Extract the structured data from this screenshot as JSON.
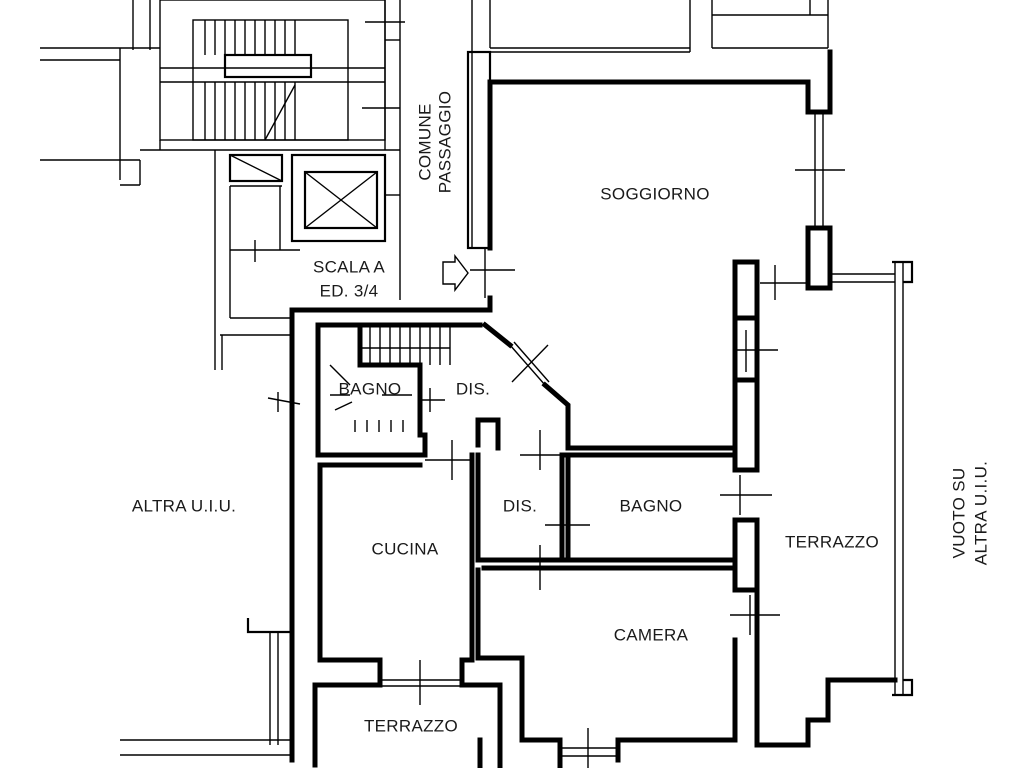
{
  "labels": {
    "passaggio_line1": "COMUNE",
    "passaggio_line2": "PASSAGGIO",
    "soggiorno": "SOGGIORNO",
    "scala_line1": "SCALA A",
    "scala_line2": "ED. 3/4",
    "bagno_small": "BAGNO",
    "dis_upper": "DIS.",
    "dis_lower": "DIS.",
    "bagno": "BAGNO",
    "altra_uiu": "ALTRA U.I.U.",
    "cucina": "CUCINA",
    "terrazzo_right": "TERRAZZO",
    "camera": "CAMERA",
    "terrazzo_bottom": "TERRAZZO",
    "vuoto_line1": "VUOTO SU",
    "vuoto_line2": "ALTRA U.I.U."
  },
  "colors": {
    "ink": "#000000",
    "background": "#ffffff"
  }
}
